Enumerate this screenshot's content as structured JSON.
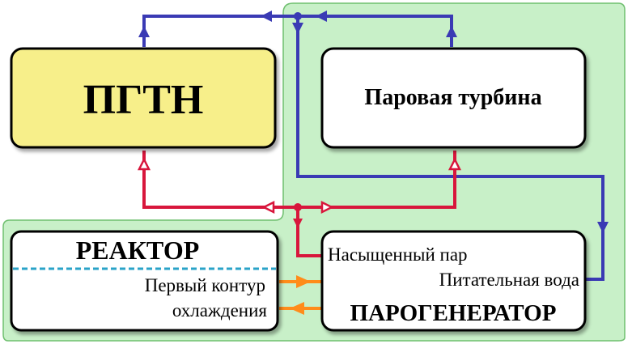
{
  "blocks": {
    "pgtn": {
      "label": "ПГТН"
    },
    "turbine": {
      "label": "Паровая турбина"
    },
    "reactor": {
      "title": "РЕАКТОР",
      "line1": "Первый контур",
      "line2": "охлаждения"
    },
    "steam_generator": {
      "saturated_steam": "Насыщенный пар",
      "feed_water": "Питательная вода",
      "title": "ПАРОГЕНЕРАТОР"
    }
  },
  "colors": {
    "green_zone": "#c8f0c8",
    "green_border": "#6fbf6f",
    "pgtn_fill": "#f7ef8a",
    "feed_line": "#3a3ab4",
    "steam_line": "#d8163c",
    "coolant_line": "#ff8c1a",
    "reactor_divider": "#2aa3c8"
  }
}
